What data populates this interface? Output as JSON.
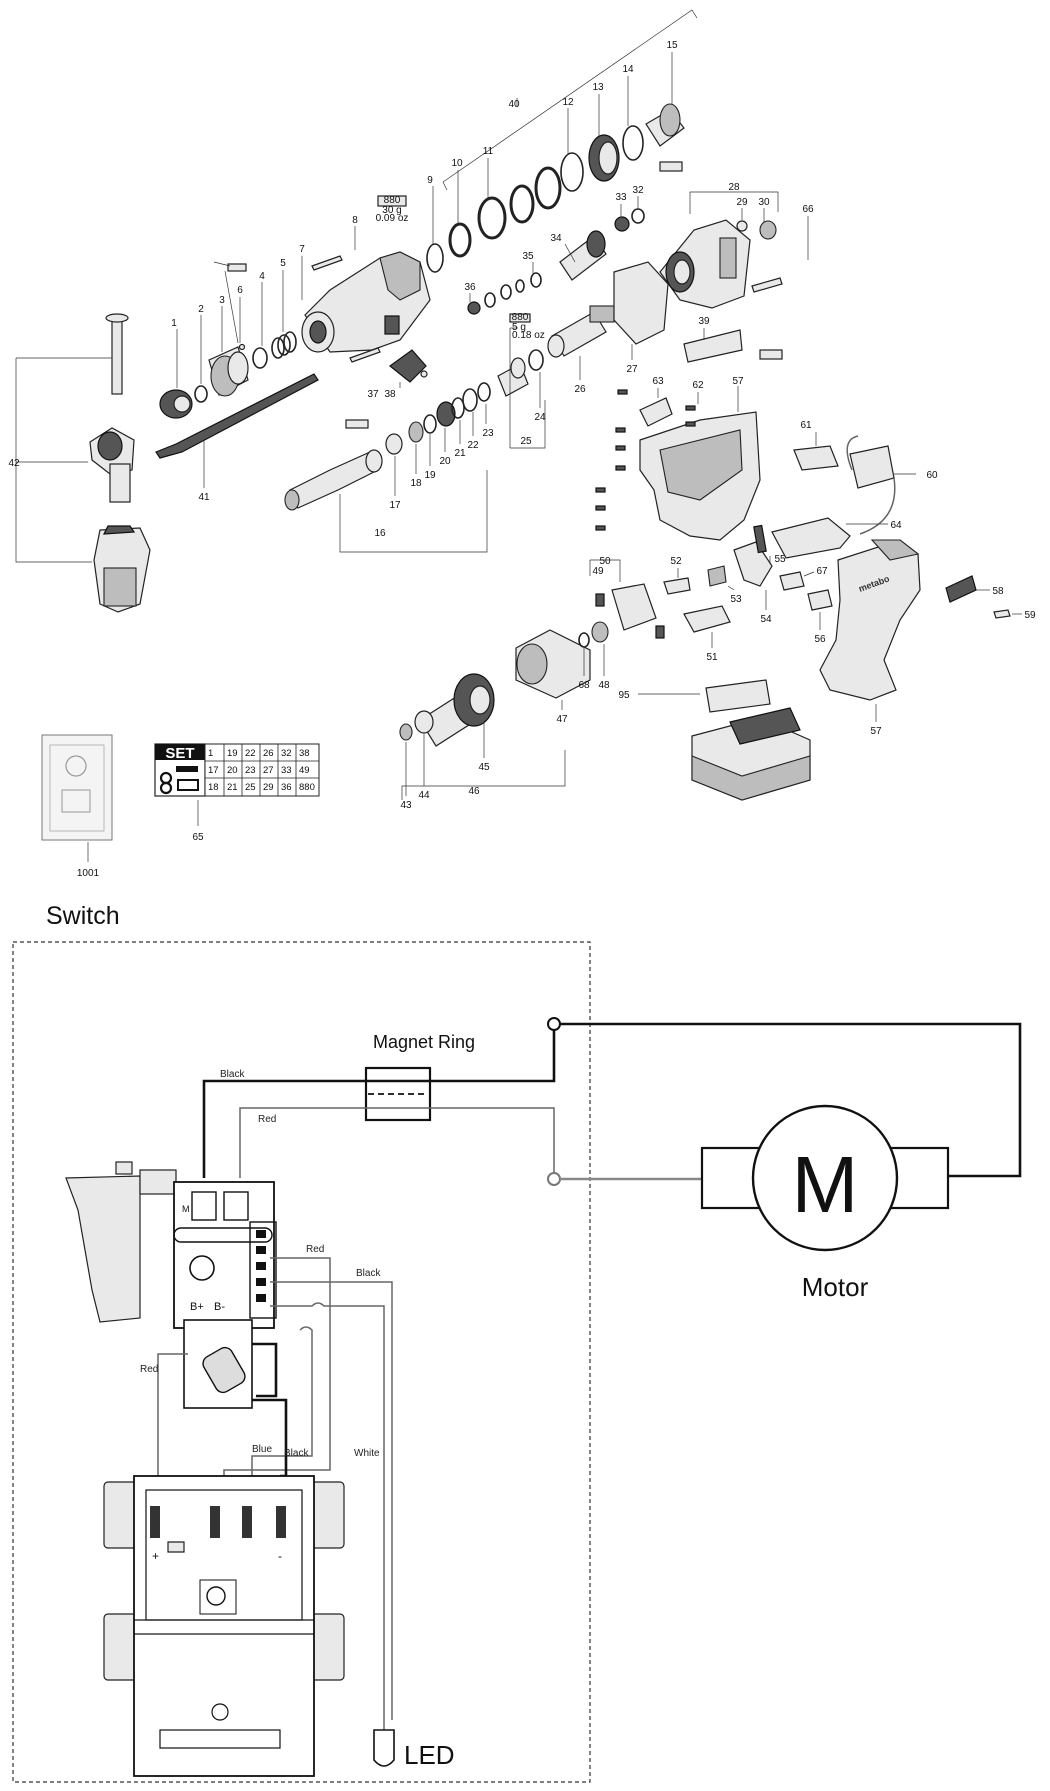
{
  "exploded_view": {
    "part_numbers": [
      "1",
      "2",
      "3",
      "4",
      "5",
      "6",
      "7",
      "8",
      "9",
      "10",
      "11",
      "12",
      "13",
      "14",
      "15",
      "16",
      "17",
      "18",
      "19",
      "20",
      "21",
      "22",
      "23",
      "24",
      "25",
      "26",
      "27",
      "28",
      "29",
      "30",
      "32",
      "33",
      "34",
      "35",
      "36",
      "37",
      "38",
      "39",
      "40",
      "41",
      "42",
      "43",
      "44",
      "45",
      "46",
      "47",
      "48",
      "49",
      "50",
      "51",
      "52",
      "53",
      "54",
      "55",
      "56",
      "57",
      "58",
      "59",
      "60",
      "61",
      "62",
      "63",
      "64",
      "66",
      "67",
      "68",
      "95",
      "1001"
    ],
    "set_badge": {
      "label": "SET",
      "table": [
        [
          "1",
          "19",
          "22",
          "26",
          "32",
          "38"
        ],
        [
          "17",
          "20",
          "23",
          "27",
          "33",
          "49"
        ],
        [
          "18",
          "21",
          "25",
          "29",
          "36",
          "880"
        ]
      ],
      "part_number": "65"
    },
    "grease_tags": {
      "top": {
        "code": "880",
        "amount": "30 g",
        "amount_oz": "0.09 oz"
      },
      "middle": {
        "code": "880",
        "amount": "5 g",
        "amount_oz": "0.18 oz"
      }
    },
    "housing_brand": "metabo"
  },
  "wiring": {
    "title": "Switch",
    "magnet_ring_label": "Magnet Ring",
    "motor_label": "Motor",
    "motor_symbol": "M",
    "led_label": "LED",
    "wire_labels": {
      "black_top": "Black",
      "red_top": "Red",
      "red_mid": "Red",
      "black_mid": "Black",
      "red_left": "Red",
      "blue": "Blue",
      "black_low": "Black",
      "white": "White"
    },
    "terminal_labels": {
      "b_plus": "B+",
      "b_minus": "B-",
      "plus": "+",
      "minus": "-",
      "m_terminal": "M"
    }
  }
}
